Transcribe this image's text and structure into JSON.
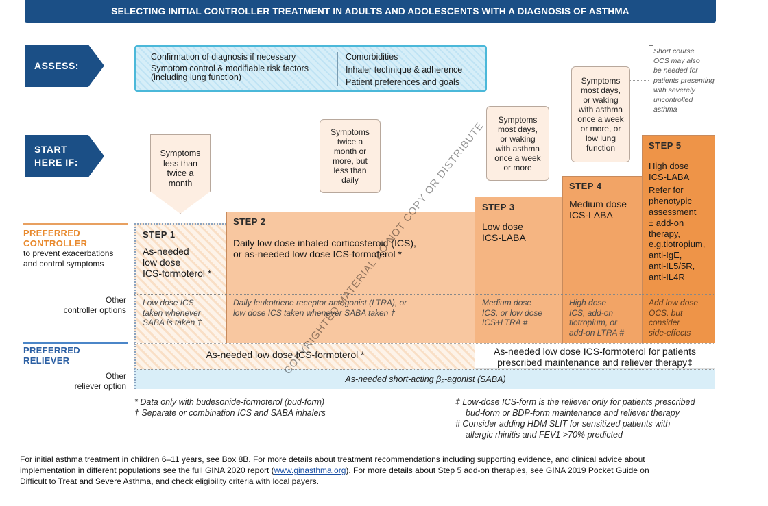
{
  "title": "SELECTING INITIAL CONTROLLER TREATMENT IN ADULTS AND ADOLESCENTS WITH A DIAGNOSIS OF ASTHMA",
  "assess": {
    "label": "ASSESS:",
    "left": [
      "Confirmation of diagnosis if necessary",
      "Symptom control & modifiable risk factors",
      "(including lung function)"
    ],
    "right": [
      "Comorbidities",
      "Inhaler technique & adherence",
      "Patient preferences and goals"
    ]
  },
  "ocs_note": [
    "Short course",
    "OCS may also",
    "be needed for",
    "patients presenting",
    "with severely",
    "uncontrolled",
    "asthma"
  ],
  "start": {
    "line1": "START",
    "line2": "HERE IF:"
  },
  "symptoms": [
    [
      "Symptoms",
      "less than",
      "twice a",
      "month"
    ],
    [
      "Symptoms",
      "twice a",
      "month or",
      "more, but",
      "less than",
      "daily"
    ],
    [
      "Symptoms",
      "most days,",
      "or waking",
      "with asthma",
      "once a week",
      "or more"
    ],
    [
      "Symptoms",
      "most days,",
      "or waking",
      "with asthma",
      "once a week",
      "or more, or",
      "low lung",
      "function"
    ]
  ],
  "row_labels": {
    "preferred_controller": [
      "PREFERRED",
      "CONTROLLER"
    ],
    "preferred_controller_sub": [
      "to prevent exacerbations",
      "and control symptoms"
    ],
    "other_controller": [
      "Other",
      "controller options"
    ],
    "preferred_reliever": [
      "PREFERRED",
      "RELIEVER"
    ],
    "other_reliever": [
      "Other",
      "reliever option"
    ]
  },
  "steps": [
    {
      "label": "STEP 1",
      "preferred": [
        "As-needed",
        "low dose",
        "ICS-formoterol *"
      ],
      "other": [
        "Low dose ICS",
        "taken whenever",
        "SABA is taken †"
      ]
    },
    {
      "label": "STEP 2",
      "preferred": [
        "Daily low dose inhaled corticosteroid (ICS),",
        "or as-needed low dose ICS-formoterol *"
      ],
      "other": [
        "Daily leukotriene receptor antagonist (LTRA), or",
        "low dose ICS taken whenever SABA taken †"
      ]
    },
    {
      "label": "STEP 3",
      "preferred": [
        "Low dose",
        "ICS-LABA"
      ],
      "other": [
        "Medium dose",
        "ICS, or low dose",
        "ICS+LTRA #"
      ]
    },
    {
      "label": "STEP 4",
      "preferred": [
        "Medium dose",
        "ICS-LABA"
      ],
      "other": [
        "High dose",
        "ICS, add-on",
        "tiotropium, or",
        "add-on LTRA #"
      ]
    },
    {
      "label": "STEP 5",
      "preferred": [
        "High dose",
        "ICS-LABA",
        "Refer for",
        "phenotypic",
        "assessment",
        "± add-on",
        "therapy,",
        "e.g.tiotropium,",
        "anti-IgE,",
        "anti-IL5/5R,",
        "anti-IL4R"
      ],
      "other": [
        "Add low dose",
        "OCS, but",
        "consider",
        "side-effects"
      ]
    }
  ],
  "reliever": {
    "left": "As-needed low dose ICS-formoterol *",
    "right": [
      "As-needed low dose ICS-formoterol  for patients",
      "prescribed maintenance and reliever therapy‡"
    ],
    "other": "As-needed short-acting β₂-agonist (SABA)"
  },
  "watermark": "COPYRIGHTED MATERIAL DO NOT COPY OR DISTRIBUTE",
  "footnotes_left": [
    "* Data only with budesonide-formoterol (bud-form)",
    "† Separate or combination ICS and SABA inhalers"
  ],
  "footnotes_right": [
    "‡ Low-dose ICS-form is the reliever only for patients prescribed",
    "bud-form or BDP-form maintenance and reliever therapy",
    "# Consider adding HDM SLIT for sensitized patients with",
    "allergic rhinitis and FEV1 >70% predicted"
  ],
  "bottom": {
    "line1": "For initial asthma treatment in children 6–11 years, see Box 8B. For more details about treatment recommendations including supporting evidence, and clinical advice about",
    "line2_pre": "implementation in different populations see the full GINA 2020 report (",
    "link": "www.ginasthma.org",
    "line2_post": "). For more details about Step 5 add-on therapies, see GINA 2019 Pocket Guide on",
    "line3": "Difficult to Treat and Severe Asthma, and check eligibility criteria with local payers."
  },
  "colors": {
    "navy": "#1b4f86",
    "step2": "#f8c7a0",
    "step3": "#f5b582",
    "step4": "#f2a466",
    "step5": "#ee9448",
    "orange_label": "#e8892d",
    "blue_label": "#2b5fa3"
  }
}
